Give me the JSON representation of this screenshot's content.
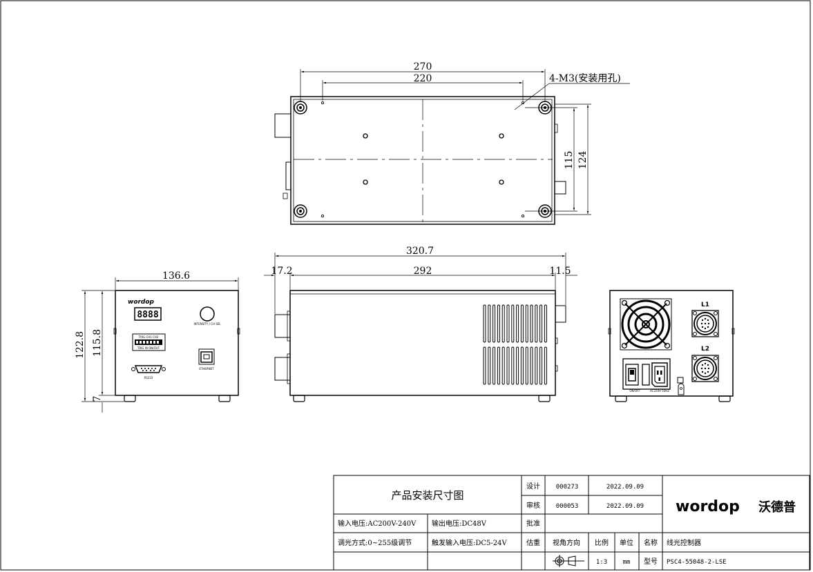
{
  "top_view": {
    "dim_width_outer": "270",
    "dim_width_holes": "220",
    "dim_height_holes": "115",
    "dim_height_outer": "124",
    "hole_callout": "4-M3(安装用孔)"
  },
  "front_view": {
    "dim_width": "136.6",
    "dim_height_total": "122.8",
    "dim_height_body": "115.8",
    "dim_foot": "7",
    "brand": "wordop",
    "display_digits": "8888",
    "knob_label": "INTENSITY / CH SEL",
    "terminal_label_top": "TRIG  CH1  CH2",
    "terminal_label_bottom": "TRIG IN      ON/OUT",
    "ethernet_label": "ETHERNET",
    "serial_label": "RS232"
  },
  "side_view": {
    "dim_length_total": "320.7",
    "dim_length_body": "292",
    "dim_left_protrusion": "17.2",
    "dim_right_protrusion": "11.5"
  },
  "rear_view": {
    "port1_label": "L1",
    "port2_label": "L2",
    "switch_label": "ON/OFF",
    "power_label": "AC220V 50HZ"
  },
  "title_block": {
    "title": "产品安装尺寸图",
    "input_voltage": "输入电压:AC200V-240V",
    "output_voltage": "输出电压:DC48V",
    "dimming": "调光方式:0~255级调节",
    "trigger_voltage": "触发输入电压:DC5-24V",
    "designer_label": "设计",
    "designer_value": "000273",
    "designer_date": "2022.09.09",
    "reviewer_label": "审核",
    "reviewer_value": "000053",
    "reviewer_date": "2022.09.09",
    "approval_label": "批准",
    "weight_label": "估重",
    "projection_label": "视角方向",
    "scale_label": "比例",
    "scale_value": "1:3",
    "unit_label": "单位",
    "unit_value": "mm",
    "name_label": "名称",
    "name_value": "线光控制器",
    "model_label": "型号",
    "model_value": "PSC4-55048-2-LSE",
    "company_logo_text": "wordop",
    "company_name": "沃德普"
  }
}
